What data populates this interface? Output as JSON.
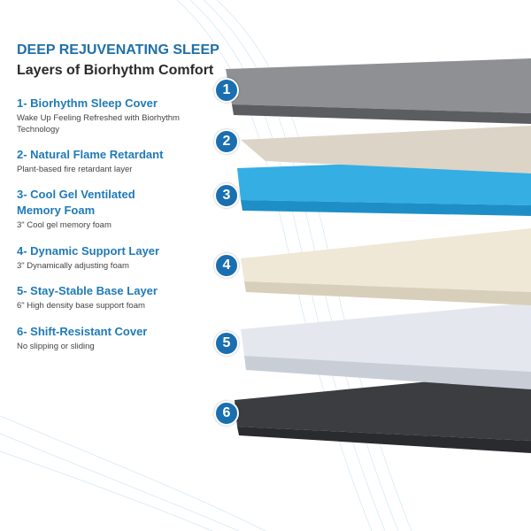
{
  "header": {
    "title": "DEEP REJUVENATING SLEEP",
    "subtitle": "Layers of Biorhythm Comfort"
  },
  "layers": [
    {
      "number": "1",
      "title": "1- Biorhythm Sleep Cover",
      "desc": "Wake Up Feeling Refreshed with Biorhythm Technology",
      "color": "#8e8f93"
    },
    {
      "number": "2",
      "title": "2- Natural Flame Retardant",
      "desc": "Plant-based fire retardant layer",
      "color": "#d9d1c4"
    },
    {
      "number": "3",
      "title": "3- Cool Gel Ventilated Memory Foam",
      "desc": "3\" Cool gel memory foam",
      "color": "#2aa7e0"
    },
    {
      "number": "4",
      "title": "4- Dynamic Support Layer",
      "desc": "3\" Dynamically adjusting foam",
      "color": "#eee6d3"
    },
    {
      "number": "5",
      "title": "5- Stay-Stable Base Layer",
      "desc": "6\" High density base support foam",
      "color": "#e2e6ec"
    },
    {
      "number": "6",
      "title": "6- Shift-Resistant Cover",
      "desc": "No slipping or sliding",
      "color": "#4a4c50"
    }
  ],
  "colors": {
    "accent": "#1f7ab8",
    "badge": "#1a6fb0"
  }
}
